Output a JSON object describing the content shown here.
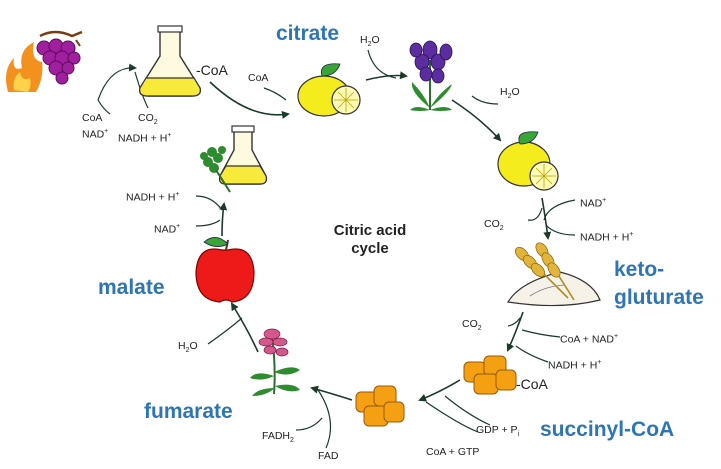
{
  "center": {
    "line1": "Citric acid",
    "line2": "cycle"
  },
  "intermediates": {
    "citrate": "citrate",
    "keto1": "keto-",
    "keto2": "gluturate",
    "succinyl": "succinyl-CoA",
    "fumarate": "fumarate",
    "malate": "malate"
  },
  "tags": {
    "coa_flask": "-CoA",
    "coa_succ": "-CoA"
  },
  "molecules": {
    "coa_in": "CoA",
    "coa_top": "CoA",
    "nad_top": "NAD",
    "co2_top": "CO",
    "nadh_top": "NADH + H",
    "h2o_1": "H",
    "h2o_2": "H",
    "nad_keto": "NAD",
    "co2_keto": "CO",
    "nadh_keto": "NADH + H",
    "co2_succ": "CO",
    "coa_nad_succ": "CoA + NAD",
    "nadh_succ": "NADH + H",
    "gdp": "GDP + P",
    "coa_gtp": "CoA + GTP",
    "fadh2": "FADH",
    "fad": "FAD",
    "h2o_3": "H",
    "nadh_mal": "NADH + H",
    "nad_mal": "NAD"
  },
  "glyph": {
    "plus": "+",
    "two": "2",
    "o": "O",
    "i": "i"
  }
}
